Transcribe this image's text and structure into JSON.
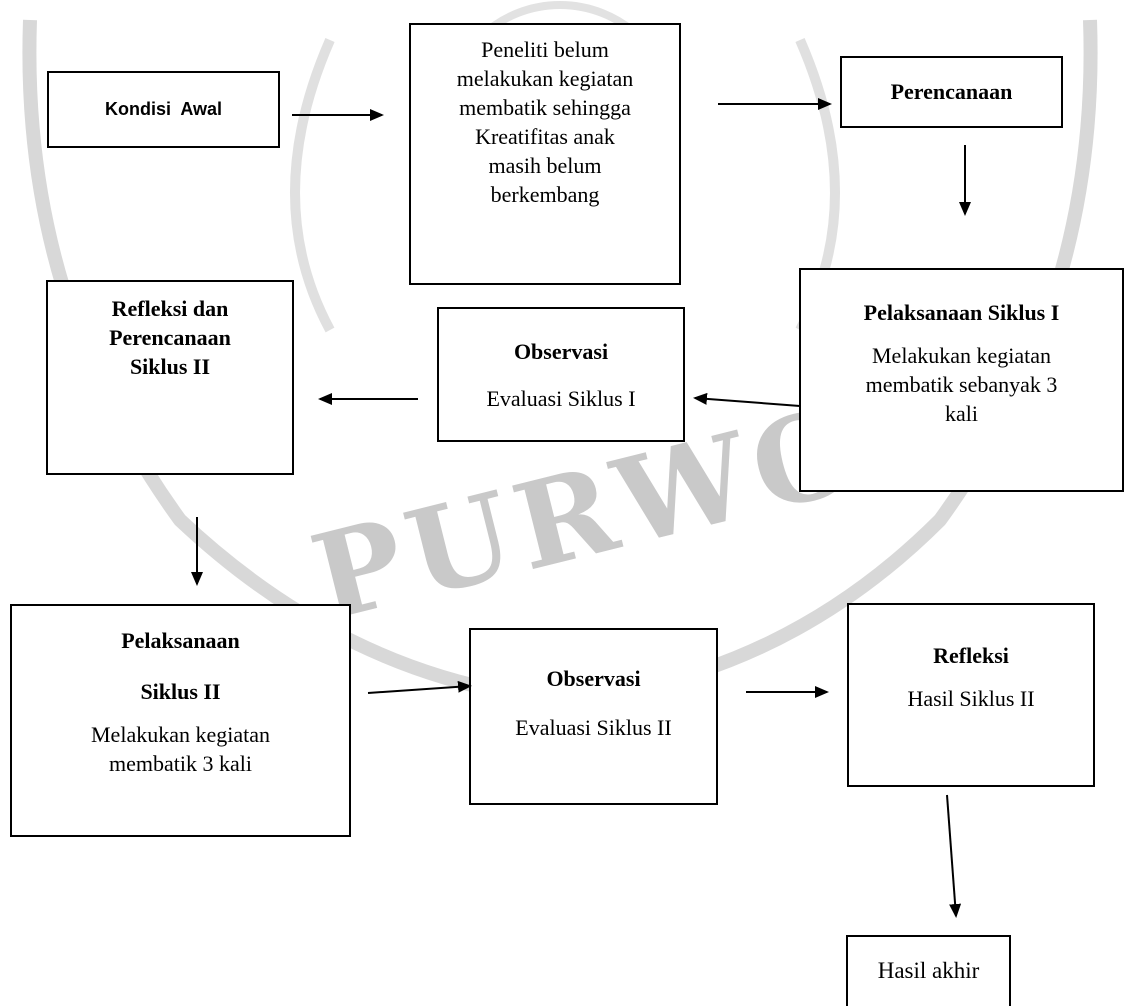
{
  "watermark": {
    "text": "PURWOKERTO"
  },
  "nodes": {
    "kondisi_awal": "Kondisi  Awal",
    "kondisi_desc": [
      "Peneliti belum",
      "melakukan kegiatan",
      "membatik sehingga",
      "Kreatifitas anak",
      "masih belum",
      "berkembang"
    ],
    "perencanaan": "Perencanaan",
    "pelaksanaan1_title": "Pelaksanaan Siklus I",
    "pelaksanaan1_desc": [
      "Melakukan kegiatan",
      "membatik sebanyak 3",
      "kali"
    ],
    "observasi1_title": "Observasi",
    "observasi1_desc": "Evaluasi Siklus I",
    "refleksi1_title": [
      "Refleksi dan",
      "Perencanaan",
      "Siklus II"
    ],
    "pelaksanaan2_title_a": "Pelaksanaan",
    "pelaksanaan2_title_b": "Siklus II",
    "pelaksanaan2_desc": [
      "Melakukan kegiatan",
      "membatik 3 kali"
    ],
    "observasi2_title": "Observasi",
    "observasi2_desc": "Evaluasi Siklus II",
    "refleksi2_title": "Refleksi",
    "refleksi2_desc": "Hasil Siklus II",
    "hasil_akhir": "Hasil akhir"
  }
}
